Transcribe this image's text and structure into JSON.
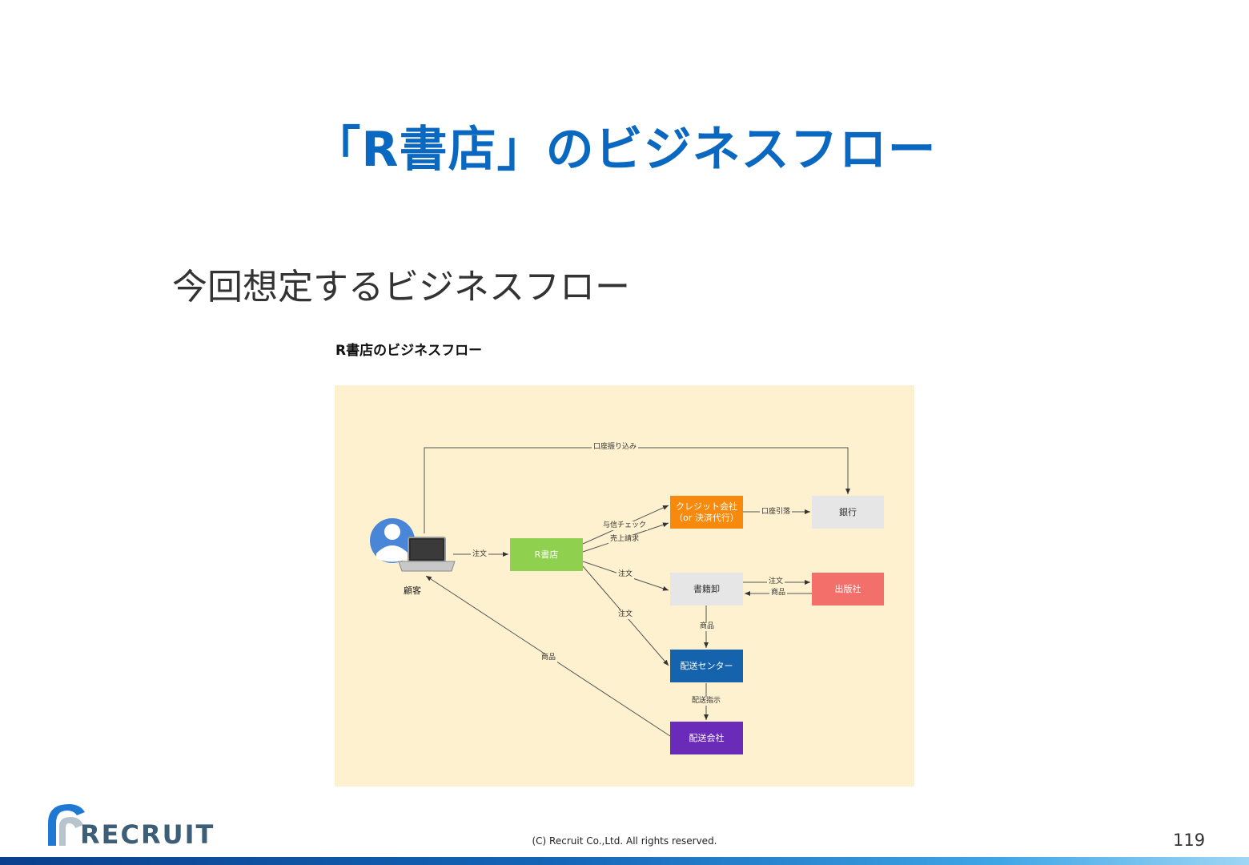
{
  "slide": {
    "title": "「R書店」のビジネスフロー",
    "subtitle": "今回想定するビジネスフロー",
    "page_number": "119",
    "copyright": "(C) Recruit Co.,Ltd. All rights reserved.",
    "logo_text": "RECRUIT"
  },
  "diagram": {
    "title": "R書店のビジネスフロー",
    "nodes": {
      "customer": "顧客",
      "rshoten": "R書店",
      "credit": [
        "クレジット会社",
        "（or 決済代行）"
      ],
      "bank": "銀行",
      "wholesaler": "書籍卸",
      "publisher": "出版社",
      "delivery_center": "配送センター",
      "shipping_company": "配送会社"
    },
    "edges": {
      "bank_transfer": "口座振り込み",
      "credit_check": "与信チェック",
      "sales_request": "売上請求",
      "account_debit": "口座引落",
      "order_customer": "注文",
      "order_wholesaler": "注文",
      "order_delivery": "注文",
      "order_publisher": "注文",
      "goods_publisher": "商品",
      "goods_wholesaler": "商品",
      "goods_customer": "商品",
      "delivery_instruction": "配送指示"
    },
    "colors": {
      "panel": "#fdf1cf",
      "rshoten": "#8fd14f",
      "credit": "#f7890c",
      "bank": "#e6e6e6",
      "wholesaler": "#e6e6e6",
      "publisher": "#f26f6a",
      "delivery_center": "#1463ac",
      "shipping_company": "#6a2bb8"
    }
  }
}
